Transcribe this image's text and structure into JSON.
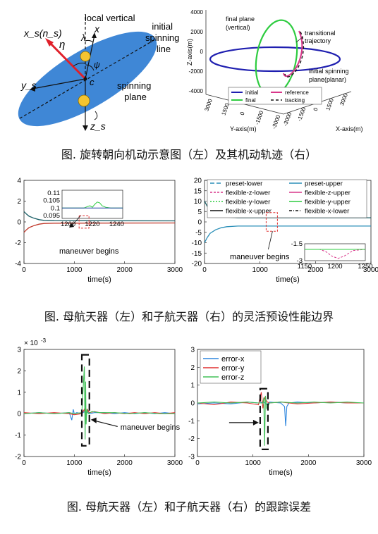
{
  "row1": {
    "left_diagram": {
      "labels": {
        "xs_ns": "x_s(n_s)",
        "eta": "η",
        "local_vertical": "local vertical",
        "x": "x",
        "lambda": "λ",
        "psi": "ψ",
        "c": "c",
        "ys": "y_s",
        "zs": "z_s",
        "initial_spinning_line": [
          "initial",
          "spinning",
          "line"
        ],
        "spinning_plane": [
          "spinning",
          "plane"
        ]
      },
      "colors": {
        "plane": "#3f87d6",
        "arrow": "#e0202a",
        "ball": "#f4c430"
      }
    },
    "right_chart_title_annotations": {
      "final_plane": [
        "final plane",
        "(vertical)"
      ],
      "transitional": [
        "transitional",
        "trajectory"
      ],
      "initial_plane": [
        "initial spinning",
        "plane(planar)"
      ]
    },
    "caption": "图. 旋转朝向机动示意图（左）及其机动轨迹（右）"
  },
  "row2": {
    "caption": "图. 母航天器（左）和子航天器（右）的灵活预设性能边界"
  },
  "row3": {
    "caption": "图. 母航天器（左）和子航天器（右）的跟踪误差"
  },
  "chart_data": [
    {
      "id": "trajectory-3d",
      "type": "line",
      "zlabel": "Z-axis(m)",
      "ylabel": "Y-axis(m)",
      "xlabel": "X-axis(m)",
      "z_ticks": [
        "4000",
        "2000",
        "0",
        "-2000",
        "-4000"
      ],
      "y_ticks": [
        "3000",
        "1500",
        "0",
        "-1500",
        "-3000"
      ],
      "x_ticks": [
        "-3000",
        "-1500",
        "0",
        "1500",
        "3000"
      ],
      "legend": [
        "initial",
        "final",
        "reference",
        "tracking"
      ],
      "colors": {
        "initial": "#1f1fb0",
        "final": "#2ecc40",
        "reference": "#d9368a",
        "tracking": "#111111"
      },
      "series": [
        {
          "name": "initial",
          "shape": "ellipse-horizontal",
          "radius": 3000
        },
        {
          "name": "final",
          "shape": "ellipse-vertical",
          "radius": 3000
        },
        {
          "name": "reference",
          "shape": "transition"
        },
        {
          "name": "tracking",
          "shape": "transition"
        }
      ]
    },
    {
      "id": "mother-prescribed-performance",
      "type": "line",
      "xlabel": "time(s)",
      "xlim": [
        0,
        3000
      ],
      "ylim": [
        -4,
        4
      ],
      "xticks": [
        "0",
        "1000",
        "2000",
        "3000"
      ],
      "yticks": [
        "4",
        "2",
        "0",
        "-2",
        "-4"
      ],
      "series": [
        {
          "name": "upper",
          "color": "#1a5e66",
          "x": [
            0,
            50,
            100,
            200,
            300,
            400,
            600,
            3000
          ],
          "y": [
            1.0,
            0.75,
            0.55,
            0.35,
            0.22,
            0.15,
            0.12,
            0.1
          ]
        },
        {
          "name": "lower",
          "color": "#c0392b",
          "x": [
            0,
            50,
            100,
            200,
            300,
            400,
            600,
            3000
          ],
          "y": [
            -1.0,
            -0.75,
            -0.55,
            -0.35,
            -0.22,
            -0.15,
            -0.12,
            -0.1
          ]
        }
      ],
      "inset": {
        "xticks": [
          "1200",
          "1220",
          "1240"
        ],
        "yticks": [
          "0.11",
          "0.105",
          "0.1",
          "0.095"
        ],
        "xlim": [
          1195,
          1245
        ],
        "ylim": [
          0.093,
          0.112
        ],
        "series": [
          {
            "name": "flexible",
            "color": "#2ecc40",
            "x": [
              1195,
              1205,
              1210,
              1213,
              1216,
              1218,
              1220,
              1222,
              1224,
              1226,
              1228,
              1231,
              1235,
              1240,
              1245
            ],
            "y": [
              0.1,
              0.1,
              0.1,
              0.1,
              0.101,
              0.1015,
              0.1005,
              0.1025,
              0.104,
              0.1035,
              0.1015,
              0.1005,
              0.1,
              0.1,
              0.1
            ]
          },
          {
            "name": "preset",
            "color": "#1a3ca0",
            "x": [
              1195,
              1245
            ],
            "y": [
              0.1,
              0.1
            ]
          }
        ]
      },
      "annotation": "maneuver begins"
    },
    {
      "id": "child-prescribed-performance",
      "type": "line",
      "xlabel": "time(s)",
      "xlim": [
        0,
        3000
      ],
      "ylim": [
        -20,
        20
      ],
      "xticks": [
        "0",
        "1000",
        "2000",
        "3000"
      ],
      "yticks": [
        "20",
        "15",
        "10",
        "5",
        "0",
        "-5",
        "-10",
        "-15",
        "-20"
      ],
      "legend": [
        "preset-lower",
        "preset-upper",
        "flexible-z-lower",
        "flexible-z-upper",
        "flexible-y-lower",
        "flexible-y-upper",
        "flexible-x-upper",
        "flexible-x-lower"
      ],
      "series": [
        {
          "name": "upper",
          "color": "#1a5e66",
          "x": [
            0,
            50,
            100,
            200,
            300,
            400,
            600,
            3000
          ],
          "y": [
            10,
            7.5,
            5.5,
            3.8,
            2.8,
            2.3,
            2.0,
            2.0
          ]
        },
        {
          "name": "lower",
          "color": "#2b8fb8",
          "x": [
            0,
            50,
            100,
            200,
            300,
            400,
            600,
            3000
          ],
          "y": [
            -10,
            -7.5,
            -5.5,
            -3.8,
            -2.8,
            -2.3,
            -2.0,
            -2.0
          ]
        }
      ],
      "inset": {
        "xticks": [
          "1150",
          "1200",
          "1250"
        ],
        "yticks": [
          "-1.5",
          "-3"
        ],
        "xlim": [
          1150,
          1250
        ],
        "ylim": [
          -3,
          -1.5
        ],
        "series": [
          {
            "name": "flexible-z-lower",
            "color": "#d9368a",
            "x": [
              1150,
              1175,
              1185,
              1195,
              1205,
              1215,
              1230,
              1250
            ],
            "y": [
              -2.0,
              -2.0,
              -2.2,
              -2.6,
              -2.8,
              -2.6,
              -2.1,
              -2.0
            ]
          },
          {
            "name": "preset-lower",
            "color": "#2ecc40",
            "x": [
              1150,
              1250
            ],
            "y": [
              -2.0,
              -2.0
            ]
          }
        ]
      },
      "annotation": "maneuver begins"
    },
    {
      "id": "mother-tracking-error",
      "type": "line",
      "xlabel": "time(s)",
      "multiplier": "× 10",
      "multiplier_exp": "-3",
      "xlim": [
        0,
        3000
      ],
      "ylim": [
        -2,
        3
      ],
      "xticks": [
        "0",
        "1000",
        "2000",
        "3000"
      ],
      "yticks": [
        "3",
        "2",
        "1",
        "0",
        "-1",
        "-2"
      ],
      "series": [
        {
          "name": "error-x",
          "color": "#2e86de",
          "x": [
            0,
            300,
            600,
            900,
            950,
            980,
            1000,
            1050,
            1150,
            1200,
            1230,
            1260,
            1300,
            1400,
            1600,
            1800,
            2000,
            2200,
            2400,
            2600,
            2800,
            3000
          ],
          "y": [
            0.0,
            0.05,
            0.0,
            0.05,
            -0.3,
            0.2,
            0.0,
            0.05,
            0.0,
            0.1,
            -0.1,
            0.1,
            0.0,
            0.05,
            0.05,
            0.0,
            0.05,
            0.0,
            0.05,
            0.0,
            0.05,
            0.0
          ]
        },
        {
          "name": "error-y",
          "color": "#e03131",
          "x": [
            0,
            300,
            600,
            900,
            1000,
            1150,
            1200,
            1230,
            1260,
            1300,
            1400,
            1600,
            1800,
            2000,
            2200,
            2400,
            2600,
            2800,
            3000
          ],
          "y": [
            0.05,
            0.0,
            0.05,
            0.0,
            -0.05,
            0.0,
            0.2,
            -0.2,
            0.2,
            0.05,
            0.1,
            0.0,
            0.05,
            0.0,
            0.05,
            0.0,
            0.05,
            0.0,
            0.05
          ]
        },
        {
          "name": "error-z",
          "color": "#40c057",
          "x": [
            0,
            300,
            600,
            900,
            1000,
            1150,
            1200,
            1215,
            1225,
            1235,
            1250,
            1280,
            1350,
            1500,
            1800,
            2100,
            2400,
            2700,
            3000
          ],
          "y": [
            0.0,
            0.05,
            0.0,
            0.05,
            0.0,
            0.05,
            2.2,
            -1.2,
            1.5,
            -0.5,
            0.2,
            0.0,
            0.1,
            0.05,
            0.05,
            0.0,
            0.05,
            0.0,
            0.0
          ]
        }
      ],
      "annotation": "maneuver begins"
    },
    {
      "id": "child-tracking-error",
      "type": "line",
      "xlabel": "time(s)",
      "xlim": [
        0,
        3000
      ],
      "ylim": [
        -3,
        3
      ],
      "xticks": [
        "0",
        "1000",
        "2000",
        "3000"
      ],
      "yticks": [
        "3",
        "2",
        "1",
        "0",
        "-1",
        "-2",
        "-3"
      ],
      "legend": [
        "error-x",
        "error-y",
        "error-z"
      ],
      "series": [
        {
          "name": "error-x",
          "color": "#2e86de",
          "x": [
            0,
            300,
            600,
            900,
            1100,
            1200,
            1250,
            1300,
            1500,
            1570,
            1590,
            1610,
            1650,
            1800,
            2100,
            2400,
            2700,
            3000
          ],
          "y": [
            -0.05,
            0.0,
            -0.05,
            0.05,
            0.0,
            0.05,
            -0.1,
            0.05,
            0.0,
            -0.2,
            -1.3,
            -0.2,
            0.0,
            0.05,
            0.0,
            0.05,
            0.0,
            0.0
          ]
        },
        {
          "name": "error-y",
          "color": "#e03131",
          "x": [
            0,
            300,
            600,
            900,
            1100,
            1150,
            1180,
            1210,
            1260,
            1300,
            1500,
            1800,
            2100,
            2400,
            2700,
            3000
          ],
          "y": [
            0.0,
            -0.1,
            0.05,
            0.0,
            -0.1,
            0.6,
            -0.3,
            0.3,
            0.05,
            0.0,
            0.05,
            -0.05,
            0.0,
            0.05,
            0.0,
            0.0
          ]
        },
        {
          "name": "error-z",
          "color": "#40c057",
          "x": [
            0,
            300,
            600,
            900,
            1100,
            1180,
            1195,
            1210,
            1225,
            1250,
            1300,
            1500,
            1800,
            2100,
            2400,
            2700,
            3000
          ],
          "y": [
            0.0,
            0.05,
            0.0,
            0.05,
            0.0,
            0.0,
            0.3,
            -2.4,
            0.4,
            -0.3,
            0.0,
            0.05,
            0.0,
            0.05,
            0.0,
            0.05,
            0.0
          ]
        }
      ],
      "annotation": "maneuver begins"
    }
  ]
}
